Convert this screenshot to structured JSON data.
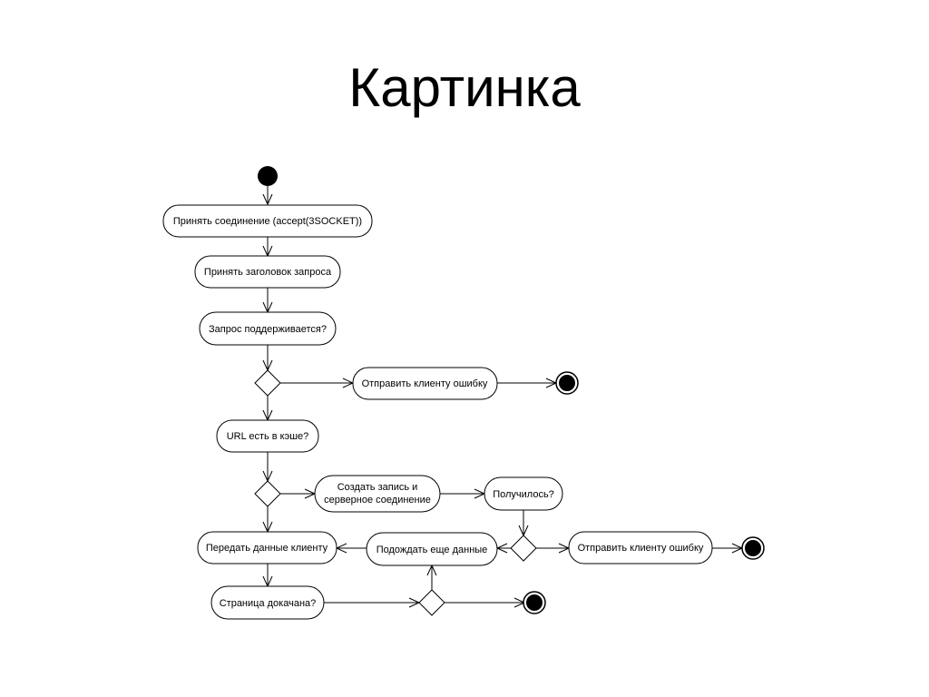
{
  "slide": {
    "title": "Картинка"
  },
  "diagram": {
    "activities": {
      "accept": "Принять соединение (accept(3SOCKET))",
      "header": "Принять заголовок запроса",
      "supported": "Запрос поддерживается?",
      "send_error_1": "Отправить клиенту ошибку",
      "in_cache": "URL есть в кэше?",
      "create_line1": "Создать запись и",
      "create_line2": "серверное соединение",
      "success": "Получилось?",
      "pass_data": "Передать данные клиенту",
      "wait_data": "Подождать еще данные",
      "send_error_2": "Отправить клиенту ошибку",
      "page_loaded": "Страница докачана?"
    }
  }
}
